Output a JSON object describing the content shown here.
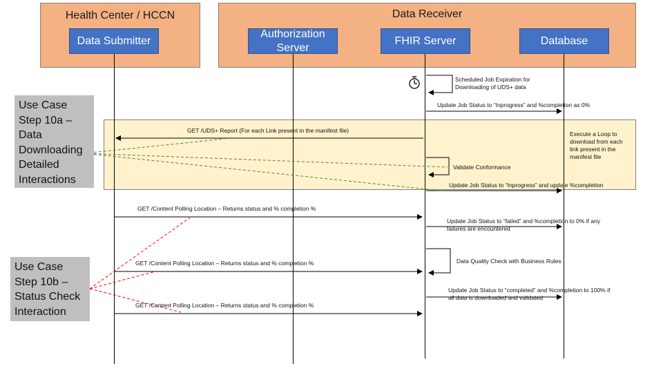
{
  "groups": {
    "left_title": "Health Center / HCCN",
    "right_title": "Data Receiver"
  },
  "actors": {
    "data_submitter": "Data Submitter",
    "authorization_server": "Authorization Server",
    "fhir_server": "FHIR Server",
    "database": "Database"
  },
  "use_cases": {
    "step_10a": "Use Case\nStep 10a –\nData\nDownloading\nDetailed\nInteractions",
    "step_10b": "Use Case\nStep 10b –\nStatus Check\nInteraction"
  },
  "messages": {
    "scheduled_job": "Scheduled Job Expiration for\nDownloading of UDS+ data",
    "update_inprogress_0": "Update Job Status to “Inprogress”  and %completion as 0%",
    "get_uds_report": "GET /UDS+ Report  (For each Link present in the manifest file)",
    "execute_loop": "Execute a Loop to\ndownload from each\nlink present in the\nmanifest file",
    "validate_conformance": "Validate Conformance",
    "update_inprogress_completion": "Update Job Status to “Inprogress”  and update %completion",
    "get_content_polling_1": "GET /Content Polling Location – Returns status and % completion %",
    "update_failed": "Update Job Status to “failed” and %completion to 0% if any\nfailures are encountered",
    "data_quality_check": "Data Quality Check with Business Rules",
    "get_content_polling_2": "GET /Content Polling Location – Returns status and % completion %",
    "update_completed": "Update Job Status to “completed” and %completion to 100% if\nall data is downloaded and validated",
    "get_content_polling_3": "GET /Content Polling Location – Returns status and % completion %"
  },
  "colors": {
    "group_fill": "#f4b183",
    "actor_fill": "#4472c4",
    "highlight_fill": "#fff2cc",
    "use_case_fill": "#bfbfbf",
    "dashed_green": "#548235",
    "dashed_red": "#ff0000"
  },
  "icons": {
    "timer": "stopwatch-icon"
  }
}
